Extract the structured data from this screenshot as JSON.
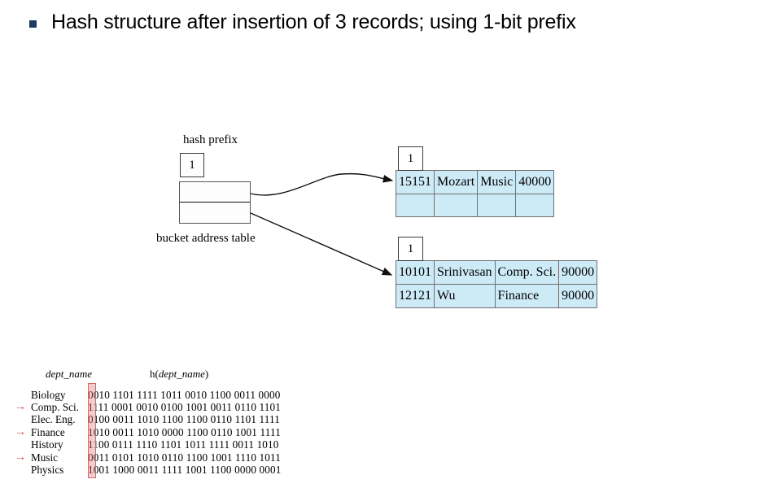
{
  "slide": {
    "bullet_icon": "square-bullet-icon",
    "title": "Hash structure after insertion of 3 records; using 1-bit prefix"
  },
  "bucket_address_table": {
    "hash_prefix_label": "hash prefix",
    "prefix_value": "1",
    "caption": "bucket address table",
    "entries": [
      "",
      ""
    ]
  },
  "buckets": [
    {
      "prefix": "1",
      "rows": [
        {
          "id": "15151",
          "name": "Mozart",
          "dept": "Music",
          "salary": "40000"
        },
        {
          "id": "",
          "name": "",
          "dept": "",
          "salary": ""
        }
      ]
    },
    {
      "prefix": "1",
      "rows": [
        {
          "id": "10101",
          "name": "Srinivasan",
          "dept": "Comp. Sci.",
          "salary": "90000"
        },
        {
          "id": "12121",
          "name": "Wu",
          "dept": "Finance",
          "salary": "90000"
        }
      ]
    }
  ],
  "hash_table": {
    "header_dept": "dept_name",
    "header_hash_prefix": "h(",
    "header_hash_italic": "dept_name",
    "header_hash_suffix": ")",
    "arrow_glyph": "→",
    "rows": [
      {
        "marked": false,
        "dept": "Biology",
        "hash": "0010 1101 1111 1011 0010 1100 0011 0000"
      },
      {
        "marked": true,
        "dept": "Comp. Sci.",
        "hash": "1111 0001 0010 0100 1001 0011 0110 1101"
      },
      {
        "marked": false,
        "dept": "Elec. Eng.",
        "hash": "0100 0011 1010 1100 1100 0110 1101 1111"
      },
      {
        "marked": true,
        "dept": "Finance",
        "hash": "1010 0011 1010 0000 1100 0110 1001 1111"
      },
      {
        "marked": false,
        "dept": "History",
        "hash": "1100 0111 1110 1101 1011 1111 0011 1010"
      },
      {
        "marked": true,
        "dept": "Music",
        "hash": "0011 0101 1010 0110 1100 1001 1110 1011"
      },
      {
        "marked": false,
        "dept": "Physics",
        "hash": "1001 1000 0011 1111 1001 1100 0000 0001"
      }
    ]
  },
  "colors": {
    "bucket_fill": "#cdeaf7",
    "bullet": "#1f3864",
    "arrow_red": "#c0504d",
    "highlight_border": "#d06a6a"
  }
}
